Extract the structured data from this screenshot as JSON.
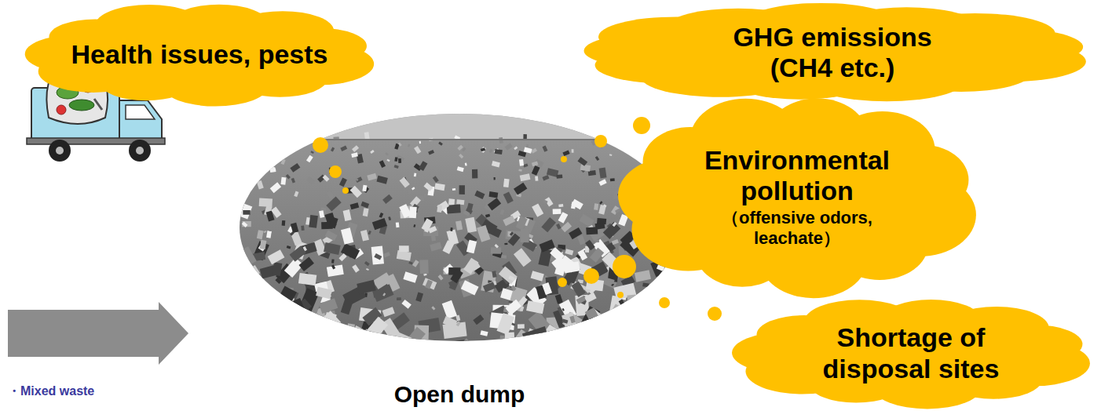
{
  "diagram": {
    "nodes": [
      {
        "text": [
          "Health issues, pests"
        ]
      },
      {
        "text": [
          "GHG emissions (CH4 etc.)"
        ]
      },
      {
        "text": [
          "Open dump"
        ]
      },
      {
        "text": [
          "Environmental pollution",
          "（offensive odors, leachate）"
        ]
      },
      {
        "text": [
          "Shortage of disposal sites"
        ]
      }
    ],
    "labels": [
      "・Mixed waste"
    ]
  }
}
